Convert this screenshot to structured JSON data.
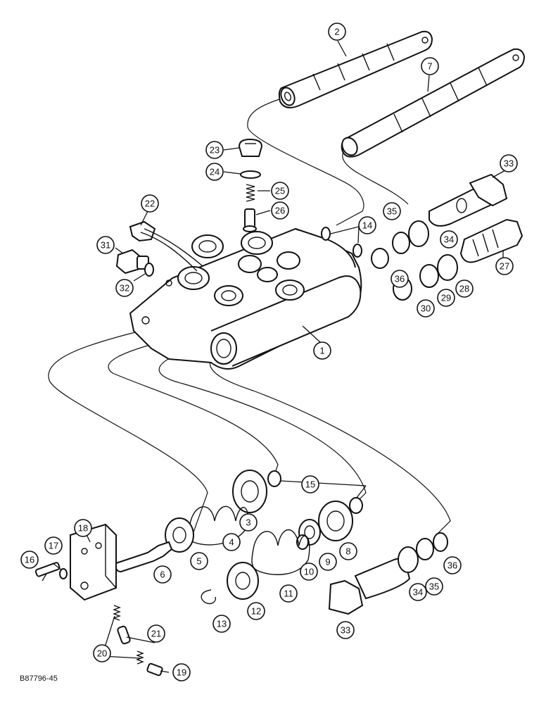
{
  "reference_code": "B87796-45",
  "callouts": [
    {
      "id": "c1",
      "label": "1"
    },
    {
      "id": "c2",
      "label": "2"
    },
    {
      "id": "c3",
      "label": "3"
    },
    {
      "id": "c4",
      "label": "4"
    },
    {
      "id": "c5",
      "label": "5"
    },
    {
      "id": "c6",
      "label": "6"
    },
    {
      "id": "c7",
      "label": "7"
    },
    {
      "id": "c8",
      "label": "8"
    },
    {
      "id": "c9",
      "label": "9"
    },
    {
      "id": "c10",
      "label": "10"
    },
    {
      "id": "c11",
      "label": "11"
    },
    {
      "id": "c12",
      "label": "12"
    },
    {
      "id": "c13",
      "label": "13"
    },
    {
      "id": "c14",
      "label": "14"
    },
    {
      "id": "c15",
      "label": "15"
    },
    {
      "id": "c16",
      "label": "16"
    },
    {
      "id": "c17",
      "label": "17"
    },
    {
      "id": "c18",
      "label": "18"
    },
    {
      "id": "c19",
      "label": "19"
    },
    {
      "id": "c20",
      "label": "20"
    },
    {
      "id": "c21",
      "label": "21"
    },
    {
      "id": "c22",
      "label": "22"
    },
    {
      "id": "c23",
      "label": "23"
    },
    {
      "id": "c24",
      "label": "24"
    },
    {
      "id": "c25",
      "label": "25"
    },
    {
      "id": "c26",
      "label": "26"
    },
    {
      "id": "c27",
      "label": "27"
    },
    {
      "id": "c28",
      "label": "28"
    },
    {
      "id": "c29",
      "label": "29"
    },
    {
      "id": "c30",
      "label": "30"
    },
    {
      "id": "c31",
      "label": "31"
    },
    {
      "id": "c32",
      "label": "32"
    },
    {
      "id": "c33a",
      "label": "33"
    },
    {
      "id": "c33b",
      "label": "33"
    },
    {
      "id": "c34a",
      "label": "34"
    },
    {
      "id": "c34b",
      "label": "34"
    },
    {
      "id": "c35a",
      "label": "35"
    },
    {
      "id": "c35b",
      "label": "35"
    },
    {
      "id": "c36a",
      "label": "36"
    },
    {
      "id": "c36b",
      "label": "36"
    }
  ]
}
